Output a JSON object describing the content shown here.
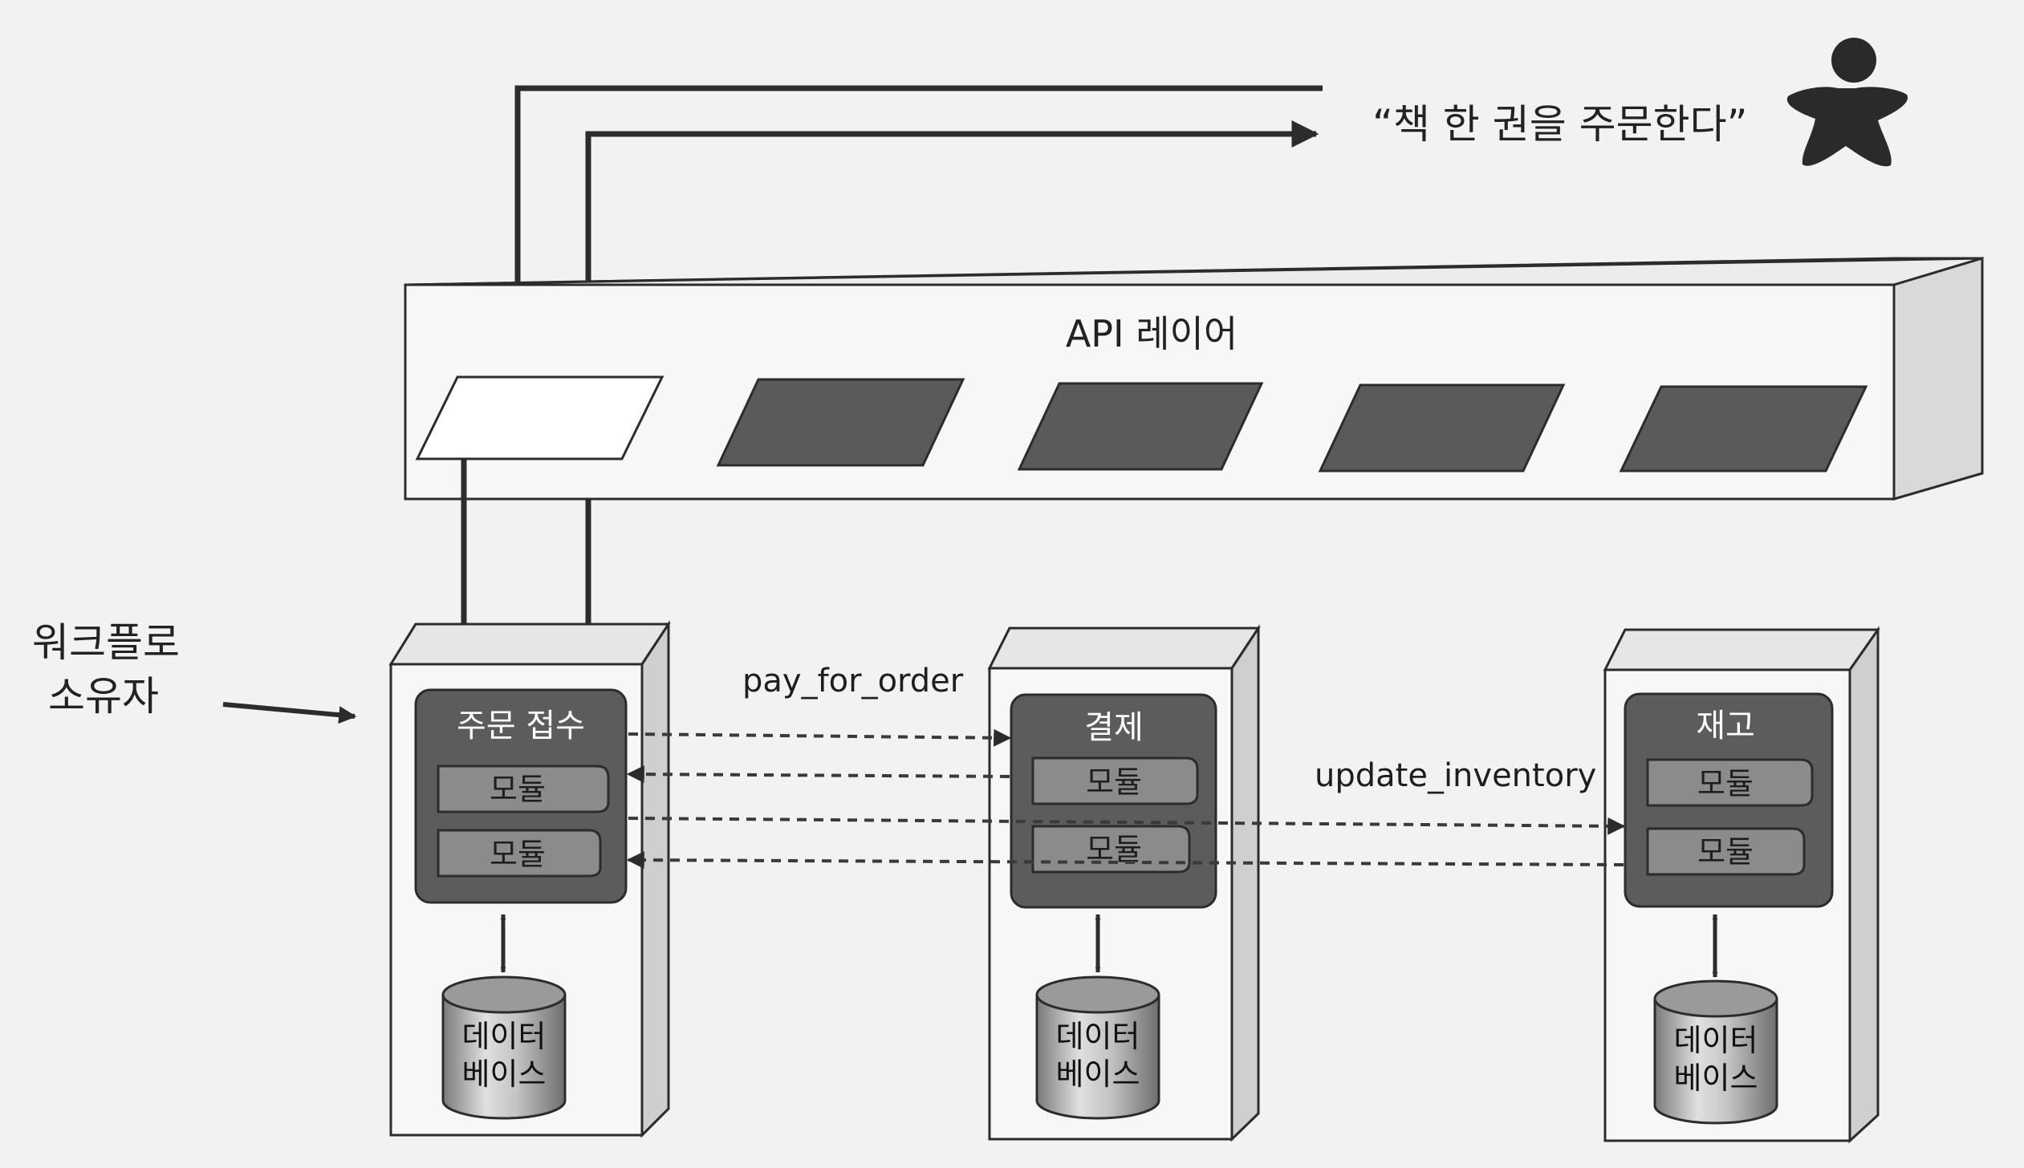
{
  "request_quote": "“책 한 권을 주문한다”",
  "api_layer_label": "API 레이어",
  "workflow_owner": {
    "line1": "워크플로",
    "line2": "소유자"
  },
  "messages": {
    "pay_for_order": "pay_for_order",
    "update_inventory": "update_inventory"
  },
  "services": [
    {
      "name": "주문 접수",
      "modules": [
        "모듈",
        "모듈"
      ],
      "db": [
        "데이터",
        "베이스"
      ]
    },
    {
      "name": "결제",
      "modules": [
        "모듈",
        "모듈"
      ],
      "db": [
        "데이터",
        "베이스"
      ]
    },
    {
      "name": "재고",
      "modules": [
        "모듈",
        "모듈"
      ],
      "db": [
        "데이터",
        "베이스"
      ]
    }
  ],
  "colors": {
    "background": "#f2f2f0",
    "box_face": "#f7f7f7",
    "box_side": "#d6d6d6",
    "service_fill": "#5c5c5c",
    "module_fill": "#8b8b8b",
    "endpoint_dark": "#5a5a5a",
    "endpoint_active": "#ffffff",
    "line": "#2c2c2c"
  },
  "icons": {
    "user": "person-star-icon",
    "database": "database-cylinder-icon"
  }
}
